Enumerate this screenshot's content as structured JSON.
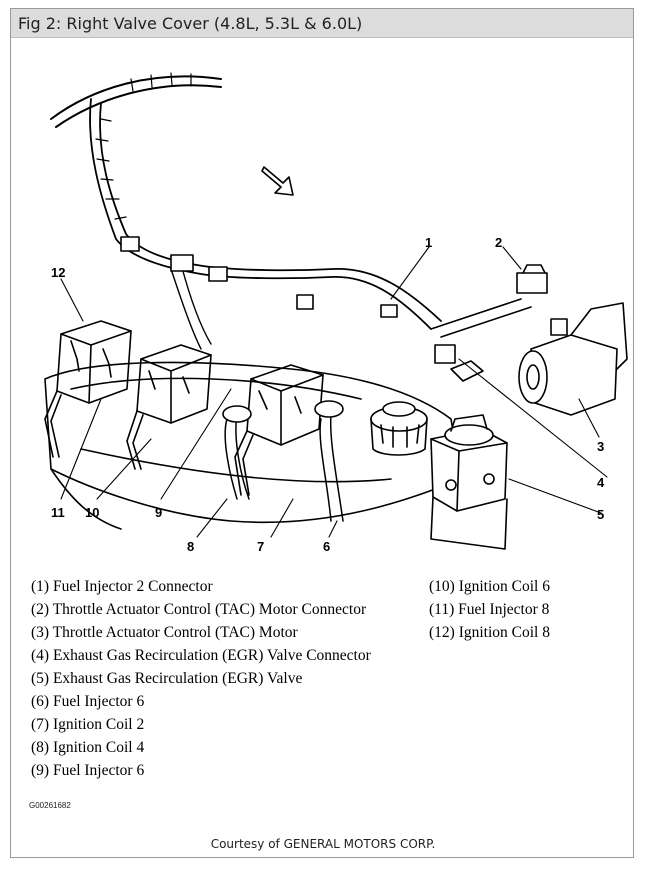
{
  "title": "Fig 2: Right Valve Cover (4.8L, 5.3L & 6.0L)",
  "callouts": [
    "1",
    "2",
    "3",
    "4",
    "5",
    "6",
    "7",
    "8",
    "9",
    "10",
    "11",
    "12"
  ],
  "legend_left": [
    "(1) Fuel Injector 2 Connector",
    "(2) Throttle Actuator Control (TAC) Motor Connector",
    "(3) Throttle Actuator Control (TAC) Motor",
    "(4) Exhaust Gas Recirculation (EGR) Valve Connector",
    "(5) Exhaust Gas Recirculation (EGR) Valve",
    "(6) Fuel Injector 6",
    "(7) Ignition Coil 2",
    "(8) Ignition Coil 4",
    "(9) Fuel Injector 6"
  ],
  "legend_right": [
    "(10) Ignition Coil 6",
    "(11) Fuel Injector 8",
    "(12) Ignition Coil 8"
  ],
  "figure_code": "G00261682",
  "courtesy": "Courtesy of GENERAL MOTORS CORP."
}
